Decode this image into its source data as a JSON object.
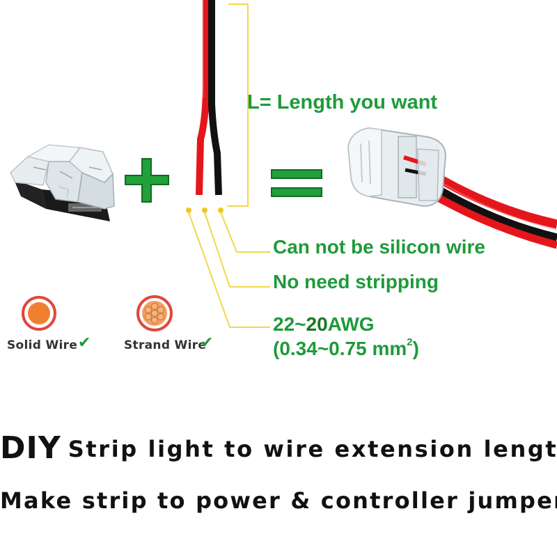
{
  "labels": {
    "length": "L= Length you want",
    "silicon": "Can not be silicon wire",
    "stripping": "No need stripping",
    "awg_prefix": "22~",
    "awg_mid": "20",
    "awg_suffix": "AWG",
    "mm_text": "(0.34~0.75 mm",
    "mm_sup": "2",
    "mm_close": ")"
  },
  "wire_types": {
    "solid": "Solid Wire",
    "strand": "Strand Wire",
    "check": "✔"
  },
  "footer": {
    "line1_diy": "DIY",
    "line1_rest": "Strip light to wire extension length",
    "line2": "Make strip to power & controller jumper"
  },
  "colors": {
    "green_text": "#1f9a3a",
    "bracket_yellow": "#f0d84a",
    "wire_red": "#e4161c",
    "wire_black": "#111111",
    "solid_core": "#f08030",
    "ring_red": "#e0463c"
  },
  "icons": [
    "plus-icon",
    "equals-icon",
    "checkmark-icon"
  ]
}
